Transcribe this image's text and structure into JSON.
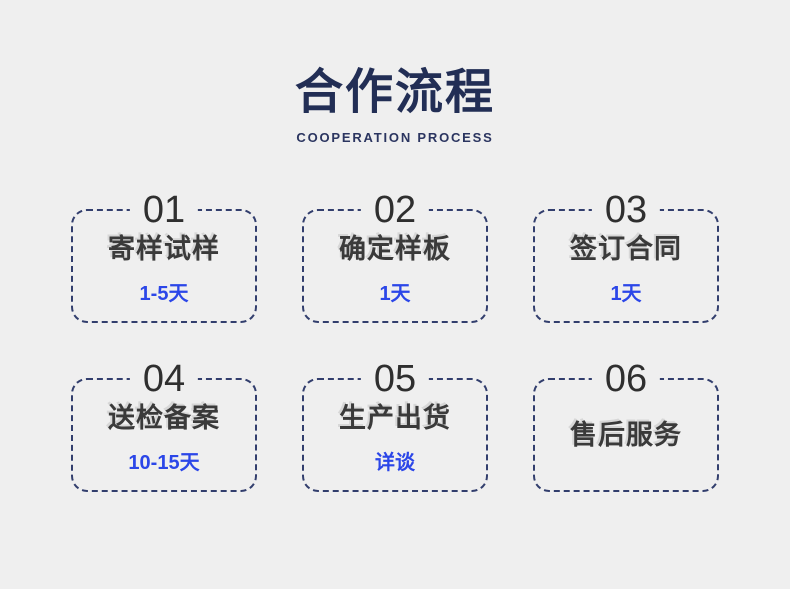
{
  "page": {
    "title": "合作流程",
    "subtitle": "COOPERATION PROCESS"
  },
  "colors": {
    "background": "#efefef",
    "title_navy": "#222e55",
    "card_border_navy": "#323e6d",
    "step_text_dark": "#3a3a3a",
    "duration_blue": "#2b46e8"
  },
  "steps": [
    {
      "number": "01",
      "title": "寄样试样",
      "duration": "1-5天"
    },
    {
      "number": "02",
      "title": "确定样板",
      "duration": "1天"
    },
    {
      "number": "03",
      "title": "签订合同",
      "duration": "1天"
    },
    {
      "number": "04",
      "title": "送检备案",
      "duration": "10-15天"
    },
    {
      "number": "05",
      "title": "生产出货",
      "duration": "详谈"
    },
    {
      "number": "06",
      "title": "售后服务"
    }
  ]
}
